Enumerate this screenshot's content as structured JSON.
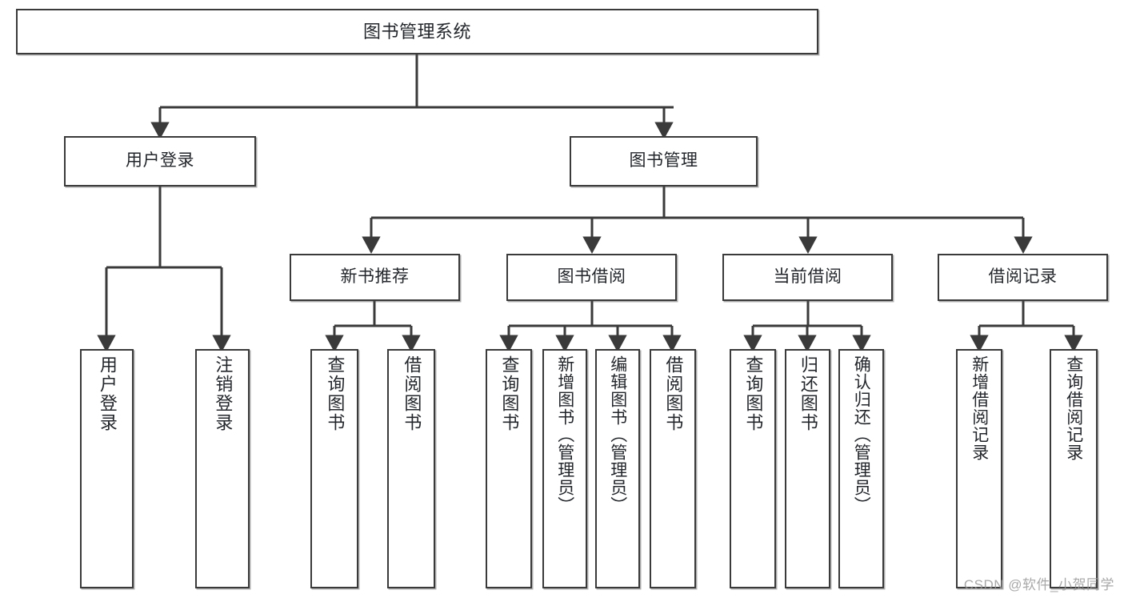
{
  "diagram": {
    "title": "图书管理系统",
    "type": "hierarchy-tree",
    "accent_color": "#3a3a3a",
    "background_color": "#ffffff",
    "watermark": "CSDN @软件_小贺同学",
    "nodes": {
      "root": {
        "label": "图书管理系统"
      },
      "level1": [
        {
          "label": "用户登录"
        },
        {
          "label": "图书管理"
        }
      ],
      "level2": [
        {
          "label": "新书推荐"
        },
        {
          "label": "图书借阅"
        },
        {
          "label": "当前借阅"
        },
        {
          "label": "借阅记录"
        }
      ],
      "leaves": {
        "user_login": [
          {
            "label": "用户登录"
          },
          {
            "label": "注销登录"
          }
        ],
        "new_book_recommend": [
          {
            "label": "查询图书"
          },
          {
            "label": "借阅图书"
          }
        ],
        "book_borrow": [
          {
            "label": "查询图书"
          },
          {
            "label": "新增图书（管理员）"
          },
          {
            "label": "编辑图书（管理员）"
          },
          {
            "label": "借阅图书"
          }
        ],
        "current_borrow": [
          {
            "label": "查询图书"
          },
          {
            "label": "归还图书"
          },
          {
            "label": "确认归还（管理员）"
          }
        ],
        "borrow_record": [
          {
            "label": "新增借阅记录"
          },
          {
            "label": "查询借阅记录"
          }
        ]
      }
    }
  }
}
